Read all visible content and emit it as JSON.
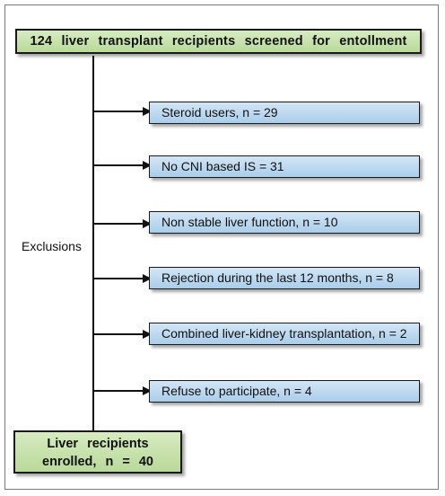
{
  "top": {
    "text": "124 liver transplant recipients screened for entollment"
  },
  "side_label": "Exclusions",
  "exclusions": [
    {
      "text": "Steroid users, n = 29"
    },
    {
      "text": "No CNI based IS = 31"
    },
    {
      "text": "Non stable liver function, n = 10"
    },
    {
      "text": "Rejection during the last 12 months, n = 8"
    },
    {
      "text": "Combined liver-kidney transplantation, n = 2"
    },
    {
      "text": "Refuse to participate, n = 4"
    }
  ],
  "bottom": {
    "line1": "Liver recipients",
    "line2": "enrolled, n = 40"
  },
  "colors": {
    "green_box": "#c6e2a8",
    "blue_box": "#bcd9ef",
    "line": "#111111"
  }
}
